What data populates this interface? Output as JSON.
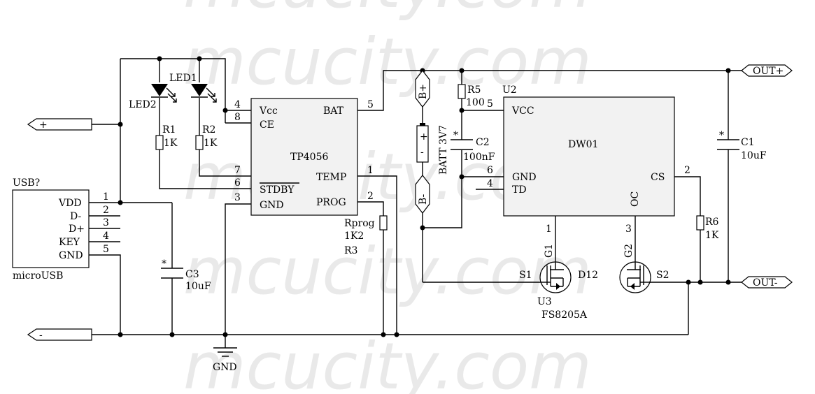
{
  "watermark": "mcucity.com",
  "ports": {
    "plus": "+",
    "minus": "-",
    "out_plus": "OUT+",
    "out_minus": "OUT-"
  },
  "usb": {
    "ref": "USB?",
    "name": "microUSB",
    "pins": [
      {
        "num": "1",
        "name": "VDD"
      },
      {
        "num": "2",
        "name": "D-"
      },
      {
        "num": "3",
        "name": "D+"
      },
      {
        "num": "4",
        "name": "KEY"
      },
      {
        "num": "5",
        "name": "GND"
      }
    ]
  },
  "leds": {
    "led1": "LED1",
    "led2": "LED2"
  },
  "resistors": {
    "r1": {
      "ref": "R1",
      "value": "1K"
    },
    "r2": {
      "ref": "R2",
      "value": "1K"
    },
    "r3": {
      "ref": "R3",
      "name": "Rprog",
      "value": "1K2"
    },
    "r5": {
      "ref": "R5",
      "value": "100"
    },
    "r6": {
      "ref": "R6",
      "value": "1K"
    }
  },
  "capacitors": {
    "c1": {
      "ref": "C1",
      "value": "10uF"
    },
    "c2": {
      "ref": "C2",
      "value": "100nF"
    },
    "c3": {
      "ref": "C3",
      "value": "10uF"
    },
    "polarity_mark": "*"
  },
  "tp4056": {
    "name": "TP4056",
    "pins": {
      "vcc": {
        "num": "4",
        "name": "Vcc"
      },
      "ce": {
        "num": "8",
        "name": "CE"
      },
      "chrg": {
        "num": "7"
      },
      "stdby": {
        "num": "6",
        "name": "STDBY"
      },
      "gnd": {
        "num": "3",
        "name": "GND"
      },
      "bat": {
        "num": "5",
        "name": "BAT"
      },
      "temp": {
        "num": "1",
        "name": "TEMP"
      },
      "prog": {
        "num": "2",
        "name": "PROG"
      }
    }
  },
  "battery": {
    "name": "BATT 3V7",
    "plus_label": "B+",
    "minus_label": "B-",
    "cell_plus": "+",
    "cell_minus": "-"
  },
  "dw01": {
    "ref": "U2",
    "name": "DW01",
    "pins": {
      "vcc": {
        "num": "5",
        "name": "VCC"
      },
      "gnd": {
        "num": "6",
        "name": "GND"
      },
      "td": {
        "num": "4",
        "name": "TD"
      },
      "cs": {
        "num": "2",
        "name": "CS"
      },
      "oc": {
        "num": "3",
        "name": "OC"
      },
      "od": {
        "num": "1"
      }
    }
  },
  "mosfet": {
    "ref": "U3",
    "name": "FS8205A",
    "g1": "G1",
    "g2": "G2",
    "s1": "S1",
    "s2": "S2",
    "d": "D12"
  },
  "ground": "GND"
}
